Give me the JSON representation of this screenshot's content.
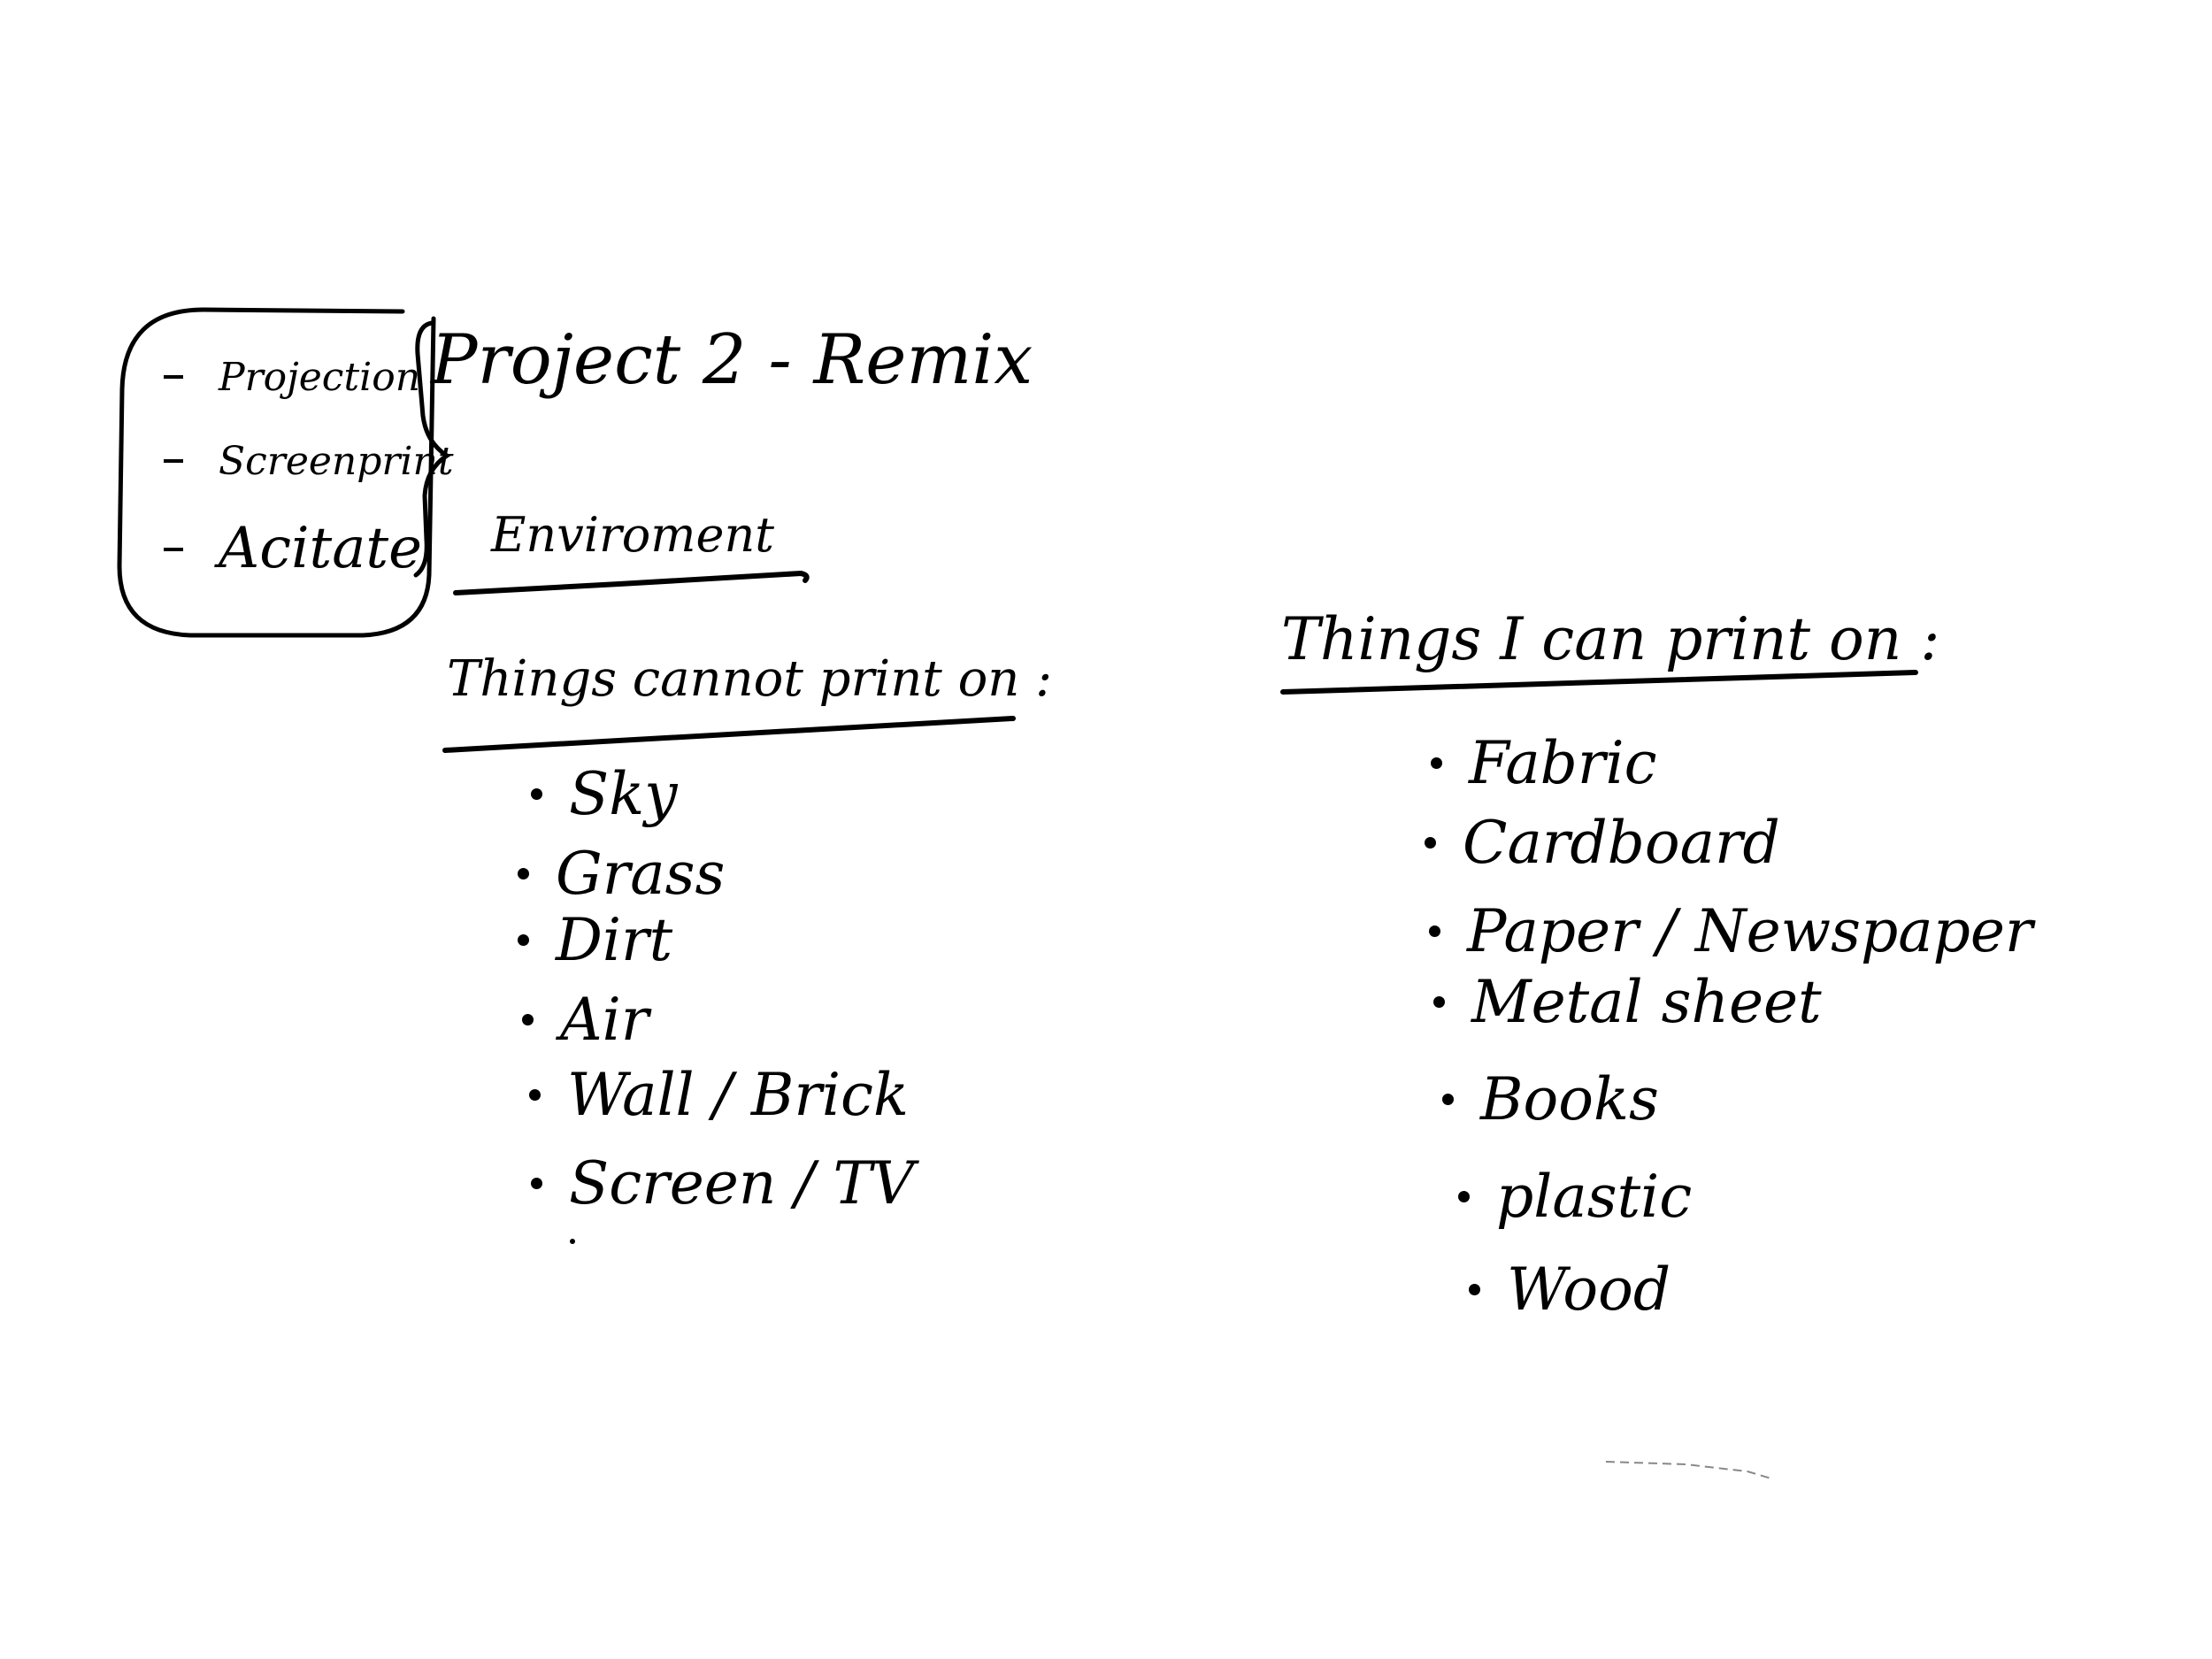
{
  "note": {
    "title": "Project 2 - Remix",
    "subtitle": "Enviroment",
    "side_list": [
      "Projection",
      "Screenprint",
      "Acitate"
    ],
    "cannot_print": {
      "heading": "Things cannot print on :",
      "items": [
        "Sky",
        "Grass",
        "Dirt",
        "Air",
        "Wall / Brick",
        "Screen / TV"
      ]
    },
    "can_print": {
      "heading": "Things I can print on :",
      "items": [
        "Fabric",
        "Cardboard",
        "Paper / Newspaper",
        "Metal sheet",
        "Books",
        "plastic",
        "Wood"
      ]
    }
  },
  "colors": {
    "paper": "#ffffff",
    "ink": "#000000"
  }
}
